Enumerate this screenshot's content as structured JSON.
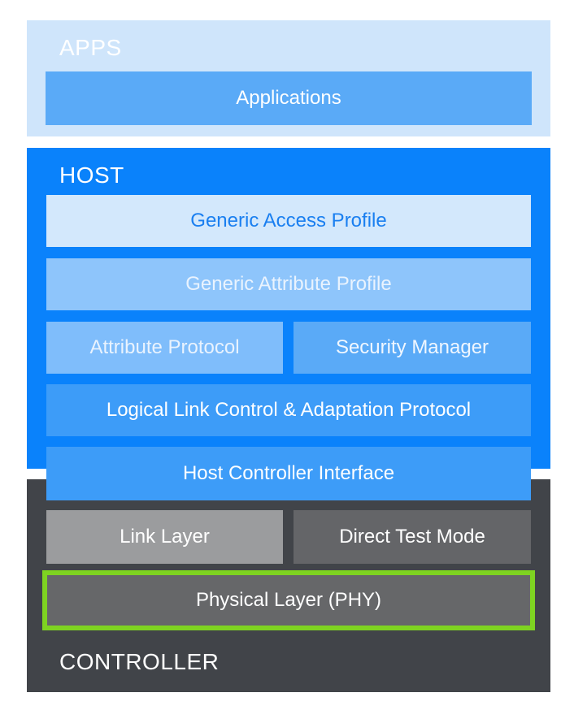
{
  "apps": {
    "label": "APPS",
    "applications": "Applications"
  },
  "host": {
    "label": "HOST",
    "generic_access_profile": "Generic Access Profile",
    "generic_attribute_profile": "Generic Attribute Profile",
    "attribute_protocol": "Attribute Protocol",
    "security_manager": "Security Manager",
    "l2cap": "Logical Link Control & Adaptation Protocol",
    "hci": "Host Controller Interface"
  },
  "controller": {
    "label": "CONTROLLER",
    "link_layer": "Link Layer",
    "direct_test_mode": "Direct Test Mode",
    "physical_layer": "Physical Layer (PHY)",
    "highlight_color": "#7ed321"
  },
  "colors": {
    "apps_bg": "#cfe5fb",
    "host_bg": "#0a82fb",
    "controller_bg": "#414449"
  }
}
